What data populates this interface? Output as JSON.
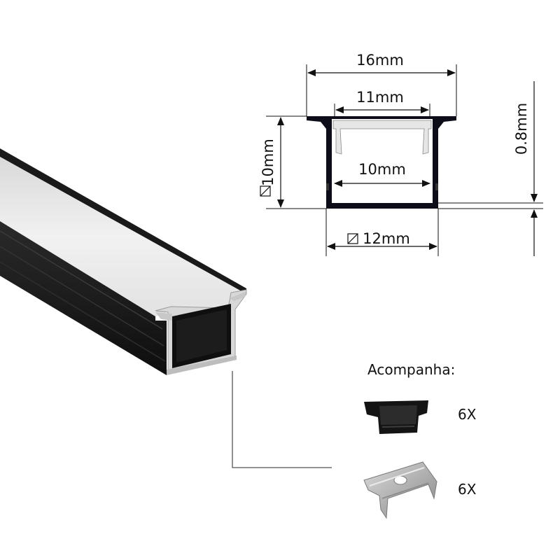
{
  "dimensions": {
    "outer_width": "16mm",
    "inner_width": "11mm",
    "inner_depth_width": "10mm",
    "height": "10mm",
    "base_width": "12mm",
    "wall_thickness": "0.8mm"
  },
  "accessories": {
    "heading": "Acompanha:",
    "items": [
      {
        "name": "end-cap",
        "quantity": "6X"
      },
      {
        "name": "mounting-clip",
        "quantity": "6X"
      }
    ]
  },
  "colors": {
    "profile_black": "#1b1b1b",
    "diffuser": "#e9e9e9",
    "clip_metal": "#b9b9b9",
    "dimension_line": "#111111"
  }
}
